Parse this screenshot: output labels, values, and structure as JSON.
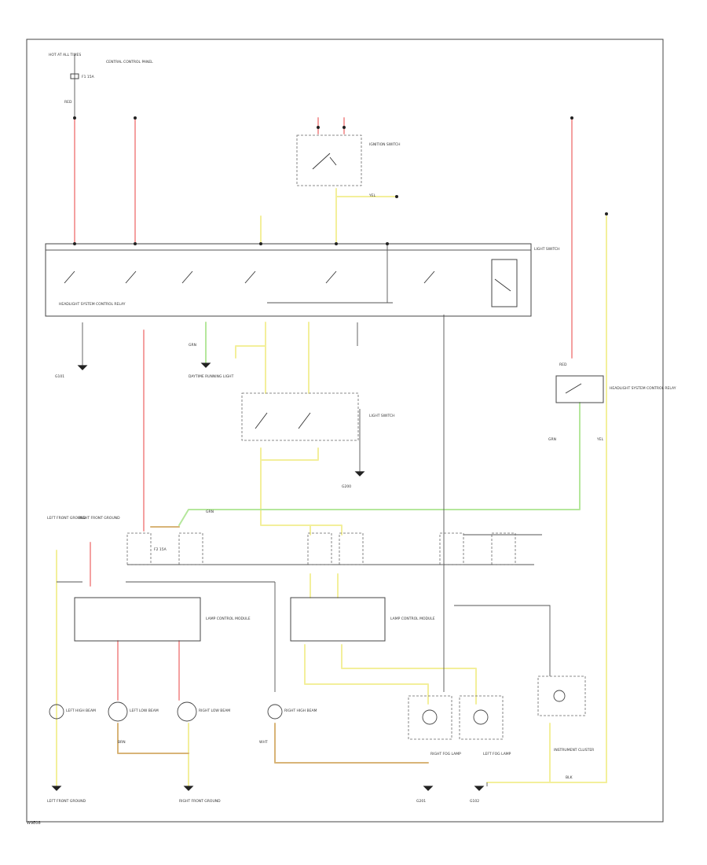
{
  "labels": {
    "hot_at_all_times": "HOT AT ALL TIMES",
    "central_control_panel": "CENTRAL CONTROL PANEL",
    "ignition_switch": "IGNITION SWITCH",
    "light_switch": "LIGHT SWITCH",
    "headlight_system_control_relay": "HEADLIGHT SYSTEM CONTROL RELAY",
    "daytime_running_light": "DAYTIME RUNNING LIGHT",
    "lamp_control_module": "LAMP CONTROL MODULE",
    "left_high_beam": "LEFT HIGH BEAM",
    "right_high_beam": "RIGHT HIGH BEAM",
    "left_low_beam": "LEFT LOW BEAM",
    "right_low_beam": "RIGHT LOW BEAM",
    "right_fog_lamp": "RIGHT FOG LAMP",
    "left_fog_lamp": "LEFT FOG LAMP",
    "instrument_cluster": "INSTRUMENT CLUSTER",
    "left_front_ground": "LEFT FRONT GROUND",
    "right_front_ground": "RIGHT FRONT GROUND",
    "ground_g101": "G101",
    "ground_g102": "G102",
    "ground_g200": "G200",
    "ground_g201": "G201",
    "fuse_f1": "F1 15A",
    "fuse_f2": "F2 15A",
    "wire_red": "RED",
    "wire_yel": "YEL",
    "wire_grn": "GRN",
    "wire_brn": "BRN",
    "wire_wht": "WHT",
    "wire_blk": "BLK",
    "footer_code": "W9E08"
  },
  "colors": {
    "red_wire": "#f4a0a0",
    "yellow_wire": "#f3ef9b",
    "green_wire": "#b5e79c",
    "tan_wire": "#d8b477",
    "outline": "#444444"
  }
}
